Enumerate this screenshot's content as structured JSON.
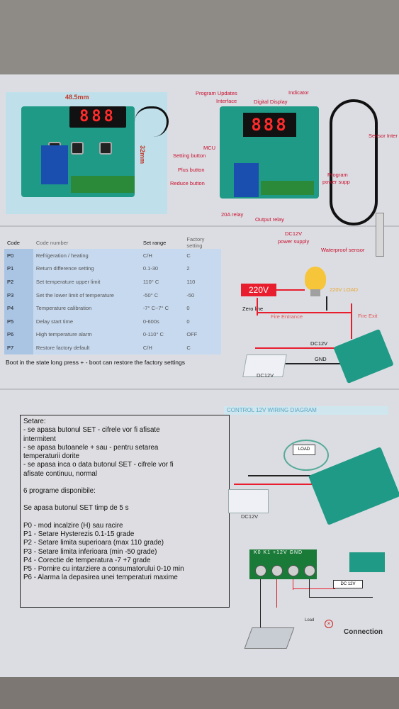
{
  "photo": {
    "width_label": "48.5mm",
    "height_label": "32mm",
    "display_digits": "888"
  },
  "diagram": {
    "display_digits": "888",
    "labels": {
      "program_updates": "Program Updates",
      "interface": "Interface",
      "digital_display": "Digital Display",
      "indicator": "Indicator",
      "sensor_interface": "Sensor Inter",
      "mcu": "MCU",
      "setting_button": "Setting button",
      "plus_button": "Plus button",
      "reduce_button": "Reduce button",
      "program": "Program",
      "power_supply_program": "power supp",
      "relay_20a": "20A relay",
      "output_relay": "Output relay",
      "dc12v": "DC12V",
      "power_supply": "power supply",
      "waterproof_sensor": "Waterproof sensor"
    }
  },
  "table": {
    "headers": [
      "Code",
      "Code number",
      "Set range",
      "Factory setting"
    ],
    "rows": [
      {
        "code": "P0",
        "name": "Refrigeration / heating",
        "range": "C/H",
        "factory": "C"
      },
      {
        "code": "P1",
        "name": "Return difference setting",
        "range": "0.1-30",
        "factory": "2"
      },
      {
        "code": "P2",
        "name": "Set temperature upper limit",
        "range": "110° C",
        "factory": "110"
      },
      {
        "code": "P3",
        "name": "Set the lower limit of temperature",
        "range": "-50° C",
        "factory": "-50"
      },
      {
        "code": "P4",
        "name": "Temperature calibration",
        "range": "-7° C~7° C",
        "factory": "0"
      },
      {
        "code": "P5",
        "name": "Delay start time",
        "range": "0-600s",
        "factory": "0"
      },
      {
        "code": "P6",
        "name": "High temperature alarm",
        "range": "0-110° C",
        "factory": "OFF"
      },
      {
        "code": "P7",
        "name": "Restore factory default",
        "range": "C/H",
        "factory": "C"
      }
    ],
    "footnote": "Boot in the state long press + - boot can restore the factory settings"
  },
  "wiring_220": {
    "voltage": "220V",
    "load": "220V LOAD",
    "zero_line": "Zero line",
    "fire_entrance": "Fire Entrance",
    "fire_exit": "Fire Exit",
    "dc12v": "DC12V",
    "gnd": "GND",
    "psu_label": "DC12V"
  },
  "settings": {
    "lines": [
      "Setare:",
      "- se apasa butonul SET - cifrele vor fi afisate",
      "intermitent",
      "- se apasa butoanele + sau - pentru setarea",
      "temperaturii dorite",
      "- se apasa inca o data butonul SET - cifrele vor fi",
      "afisate continuu, normal",
      "",
      "6 programe disponibile:",
      "",
      "Se apasa butonul SET timp de 5 s",
      "",
      "P0 - mod incalzire (H) sau racire",
      "P1 - Setare Hysterezis 0.1-15 grade",
      "P2 - Setare limita superioara (max 110 grade)",
      "P3 - Setare limita inferioara (min -50 grade)",
      "P4 - Corectie de temperatura -7 +7 grade",
      "P5 - Pornire cu intarziere a consumatorului 0-10 min",
      "P6 - Alarma la depasirea unei temperaturi maxime"
    ]
  },
  "wiring_12v": {
    "banner": "CONTROL 12V WIRING DIAGRAM",
    "load": "LOAD",
    "psu_label": "DC12V",
    "terminal_labels": "K0  K1 +12V GND",
    "dc_small": "DC 12V",
    "load_small": "Load",
    "connection": "Connection"
  }
}
